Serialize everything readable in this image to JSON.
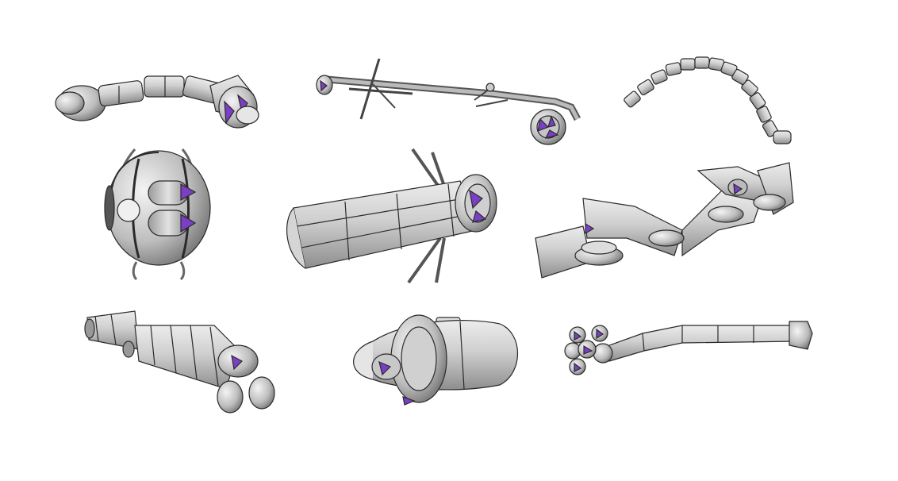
{
  "background": "#ffffff",
  "colors": {
    "body": "#c8c8c8",
    "body_light": "#e6e6e6",
    "body_dark": "#8a8a8a",
    "edge": "#2a2a2a",
    "accent": "#7a3fc4",
    "accent_dark": "#4a1f86"
  },
  "models": [
    {
      "name": "curved-arm-with-end-thrusters"
    },
    {
      "name": "long-rod-with-struts-and-wheel"
    },
    {
      "name": "segmented-chain-arc"
    },
    {
      "name": "spherical-pod-with-twin-thrusters"
    },
    {
      "name": "cylindrical-hull-with-rear-thruster"
    },
    {
      "name": "zigzag-jointed-frame"
    },
    {
      "name": "segmented-tube-with-wheels"
    },
    {
      "name": "ovoid-capsule-with-thrusters"
    },
    {
      "name": "long-arm-with-cluster-thrusters"
    }
  ]
}
